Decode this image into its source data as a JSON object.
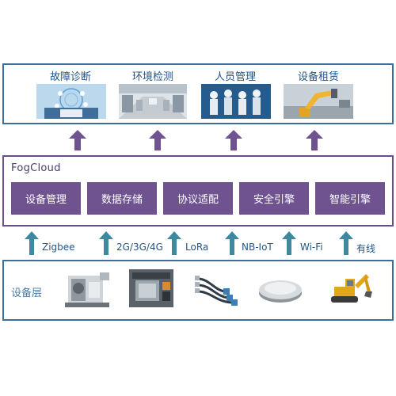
{
  "applications": {
    "items": [
      {
        "label": "故障诊断",
        "image": "medical-diagnosis-photo"
      },
      {
        "label": "环境检测",
        "image": "factory-hall-photo"
      },
      {
        "label": "人员管理",
        "image": "workers-photo"
      },
      {
        "label": "设备租赁",
        "image": "robot-arm-photo"
      }
    ]
  },
  "fogcloud": {
    "title": "FogCloud",
    "modules": [
      "设备管理",
      "数据存储",
      "协议适配",
      "安全引擎",
      "智能引擎"
    ]
  },
  "protocols": [
    "Zigbee",
    "2G/3G/4G",
    "LoRa",
    "NB-IoT",
    "Wi-Fi",
    "有线"
  ],
  "device_layer": {
    "label": "设备层",
    "devices": [
      "textile-machine",
      "cnc-machine",
      "sensor-cables",
      "disc-sensor",
      "excavator"
    ]
  },
  "colors": {
    "blue_border": "#3b6f9a",
    "purple_border": "#6a4e8a",
    "module_fill": "#6e5390",
    "up_arrow_purple": "#6e5390",
    "up_arrow_teal": "#3d8aa0"
  }
}
